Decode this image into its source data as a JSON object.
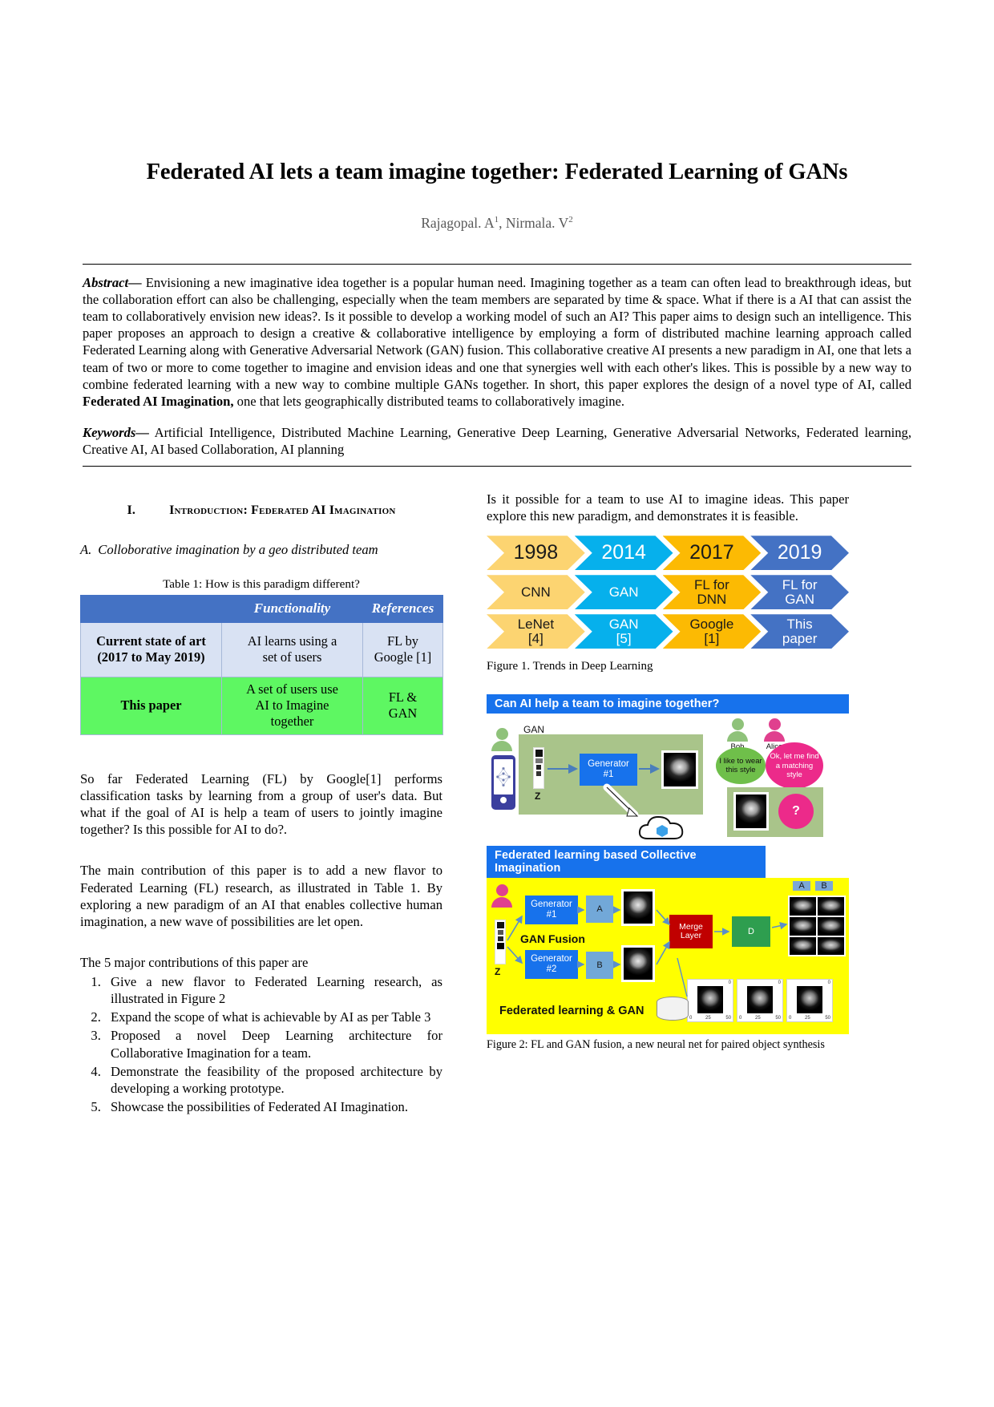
{
  "paper": {
    "title": "Federated AI lets a team imagine together: Federated Learning of GANs",
    "authors": "Rajagopal. A",
    "author_sup1": "1",
    "authors_second": ", Nirmala. V",
    "author_sup2": "2",
    "abstract_lead": "Abstract—",
    "abstract_part1": "  Envisioning a new imaginative idea together is a popular human need.  Imagining together as a team can often lead to breakthrough ideas, but the collaboration effort can also be challenging, especially when the team members are separated by time & space. What if there is a AI that can assist the team to collaboratively envision new ideas?. Is it possible to develop a working model of such an AI? This paper aims to design such an intelligence. This paper proposes an approach to design a creative & collaborative intelligence by employing a form of distributed machine learning approach called Federated Learning along with Generative Adversarial Network (GAN) fusion.  This collaborative creative AI  presents a new paradigm in AI, one that lets a team of two or more to come together to imagine and envision ideas and one that synergies well with each other's likes.  This is possible by a new way to combine federated learning with a new way to combine multiple GANs together. In short, this paper explores the design of a novel type of AI, called ",
    "abstract_bold": "Federated AI Imagination,",
    "abstract_part2": "  one that lets geographically distributed teams to collaboratively imagine.",
    "keywords_lead": "Keywords—",
    "keywords_text": " Artificial Intelligence, Distributed Machine Learning, Generative Deep Learning, Generative Adversarial Networks, Federated learning, Creative AI,  AI based Collaboration, AI planning"
  },
  "section": {
    "number": "I.",
    "title": "Introduction: Federated AI Imagination",
    "sub_alpha": "A.",
    "sub_title": "Colloborative imagination by a geo distributed team"
  },
  "table1": {
    "caption": "Table 1: How is this paradigm different?",
    "headers": [
      "",
      "Functionality",
      "References"
    ],
    "rows": [
      {
        "label": "Current state of art (2017 to May 2019)",
        "label_line1": "Current state of art",
        "label_line2": "(2017 to May 2019)",
        "functionality": "AI learns using a set of users",
        "functionality_line1": "AI learns using a",
        "functionality_line2": "set of users",
        "references": "FL by Google [1]",
        "references_line1": "FL by",
        "references_line2": "Google [1]"
      },
      {
        "label": "This paper",
        "functionality_line1": "A set of users use",
        "functionality_line2": "AI to Imagine",
        "functionality_line3": "together",
        "references_line1": "FL &",
        "references_line2": "GAN"
      }
    ]
  },
  "col2_intro": "Is it possible for a team to use AI to imagine ideas. This paper explore this new paradigm, and demonstrates it is feasible.",
  "figure1": {
    "caption": "Figure 1. Trends in Deep Learning",
    "rows": [
      {
        "name": "years",
        "cells": [
          "1998",
          "2014",
          "2017",
          "2019"
        ]
      },
      {
        "name": "techniques",
        "cells": [
          "CNN",
          "GAN",
          "FL for DNN",
          "FL for GAN"
        ]
      },
      {
        "name": "references",
        "cells": [
          "LeNet [4]",
          "GAN [5]",
          "Google [1]",
          "This paper"
        ]
      }
    ],
    "colors": [
      "#fcd471",
      "#06b0ec",
      "#fcba03",
      "#4472c4"
    ]
  },
  "body": {
    "p1": "So far Federated Learning (FL) by Google[1] performs classification tasks by learning from a group of user's data. But what if the goal of AI is help a team of users to jointly imagine together? Is this possible for AI to do?.",
    "p2": "The main contribution of this paper is to add a new flavor to Federated Learning (FL) research, as illustrated in Table 1. By exploring a new paradigm of an AI that enables collective human imagination, a new wave of possibilities are let open.",
    "p3": "The 5 major contributions of this paper are",
    "contributions": [
      "Give a new flavor to Federated Learning research, as illustrated in Figure 2",
      "Expand the scope of what is achievable by AI as per Table 3",
      "Proposed a novel Deep Learning architecture for Collaborative Imagination for a team.",
      "Demonstrate the feasibility of the proposed architecture by developing a working prototype.",
      "Showcase the possibilities of Federated AI Imagination."
    ]
  },
  "figure2": {
    "banner_top": "Can AI help a team to imagine together?",
    "banner_mid": "Federated learning based Collective Imagination",
    "label_gan": "GAN",
    "generator1": "Generator",
    "generator1_num": "#1",
    "generator2": "Generator",
    "generator2_num": "#2",
    "z_label": "Z",
    "z_label_2": "Z",
    "person_bob": "Bob",
    "person_alice": "Alice",
    "bubble_bob": "I like to wear this style",
    "bubble_alice": "Ok, let me find a matching style",
    "question_mark": "?",
    "gan_fusion": "GAN Fusion",
    "fl_gan": "Federated learning & GAN",
    "merge_layer": "Merge Layer",
    "tile_a": "A",
    "tile_b": "B",
    "tile_d": "D",
    "grid_a": "A",
    "grid_b": "B",
    "plot_ticks": [
      "0",
      "25",
      "50"
    ],
    "caption": "Figure 2: FL and GAN fusion, a new neural net for paired object synthesis"
  }
}
